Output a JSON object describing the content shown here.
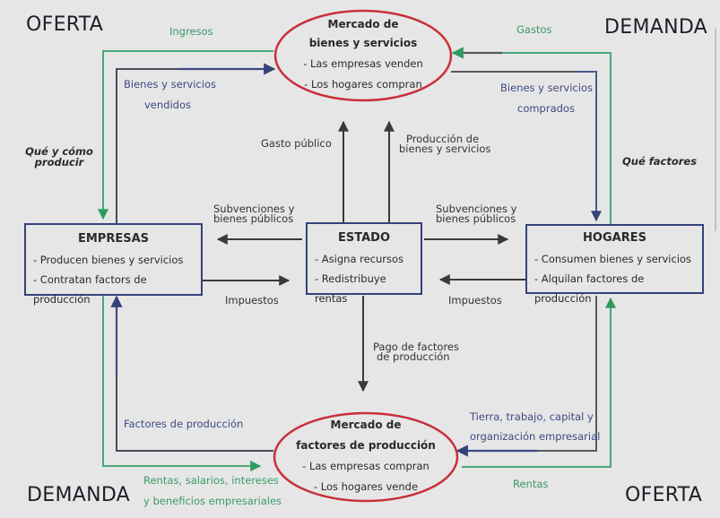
{
  "corners": {
    "top_left": "OFERTA",
    "top_right": "DEMANDA",
    "bottom_left": "DEMANDA",
    "bottom_right": "OFERTA"
  },
  "nodes": {
    "goods_market": {
      "title_line1": "Mercado de",
      "title_line2": "bienes y servicios",
      "items": [
        "- Las empresas venden",
        "- Los hogares compran"
      ]
    },
    "factor_market": {
      "title_line1": "Mercado de",
      "title_line2": "factores de producción",
      "items": [
        "- Las empresas compran",
        "- Los hogares vende"
      ]
    },
    "firms": {
      "title": "EMPRESAS",
      "items": [
        "- Producen bienes y servicios",
        "- Contratan factors de producción"
      ]
    },
    "state": {
      "title": "ESTADO",
      "items": [
        "- Asigna recursos",
        "- Redistribuye rentas"
      ]
    },
    "households": {
      "title": "HOGARES",
      "items": [
        "- Consumen bienes y servicios",
        "- Alquilan factores de producción"
      ]
    }
  },
  "flows": {
    "ingresos": "Ingresos",
    "gastos": "Gastos",
    "goods_sold_1": "Bienes y servicios",
    "goods_sold_2": "vendidos",
    "goods_bought_1": "Bienes y servicios",
    "goods_bought_2": "comprados",
    "que_como_1": "Qué y cómo",
    "que_como_2": "producir",
    "que_factores": "Qué factores",
    "gasto_publico": "Gasto público",
    "produccion_1": "Producción de",
    "produccion_2": "bienes y servicios",
    "subv_left_1": "Subvenciones y",
    "subv_left_2": "bienes públicos",
    "subv_right_1": "Subvenciones y",
    "subv_right_2": "bienes públicos",
    "impuestos_left": "Impuestos",
    "impuestos_right": "Impuestos",
    "pago_factores_1": "Pago de factores",
    "pago_factores_2": "de producción",
    "factores_prod": "Factores de producción",
    "tierra_1": "Tierra, trabajo, capital y",
    "tierra_2": "organización empresarial",
    "rentas_salarios_1": "Rentas, salarios, intereses",
    "rentas_salarios_2": "y beneficios empresariales",
    "rentas": "Rentas"
  },
  "colors": {
    "money_flow": "#3a9a68",
    "real_flow": "#3f4a85",
    "neutral_flow": "#555555",
    "market_outline": "#c8303a",
    "box_outline": "#34427a",
    "background": "#e6e6e6"
  }
}
